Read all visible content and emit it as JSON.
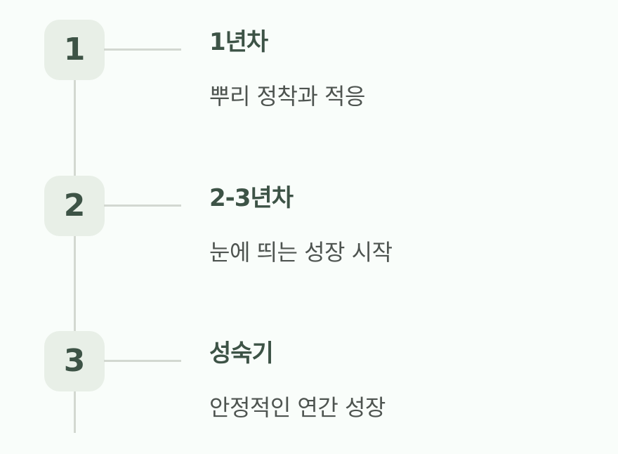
{
  "steps": [
    {
      "number": "1",
      "title": "1년차",
      "description": "뿌리 정착과 적응"
    },
    {
      "number": "2",
      "title": "2-3년차",
      "description": "눈에 띄는 성장 시작"
    },
    {
      "number": "3",
      "title": "성숙기",
      "description": "안정적인 연간 성장"
    }
  ],
  "colors": {
    "background": "#f9fdfa",
    "badge_fill": "#e8efe7",
    "accent_text": "#3d5346",
    "line": "#d3d8d1",
    "body_text": "#4e5450"
  }
}
